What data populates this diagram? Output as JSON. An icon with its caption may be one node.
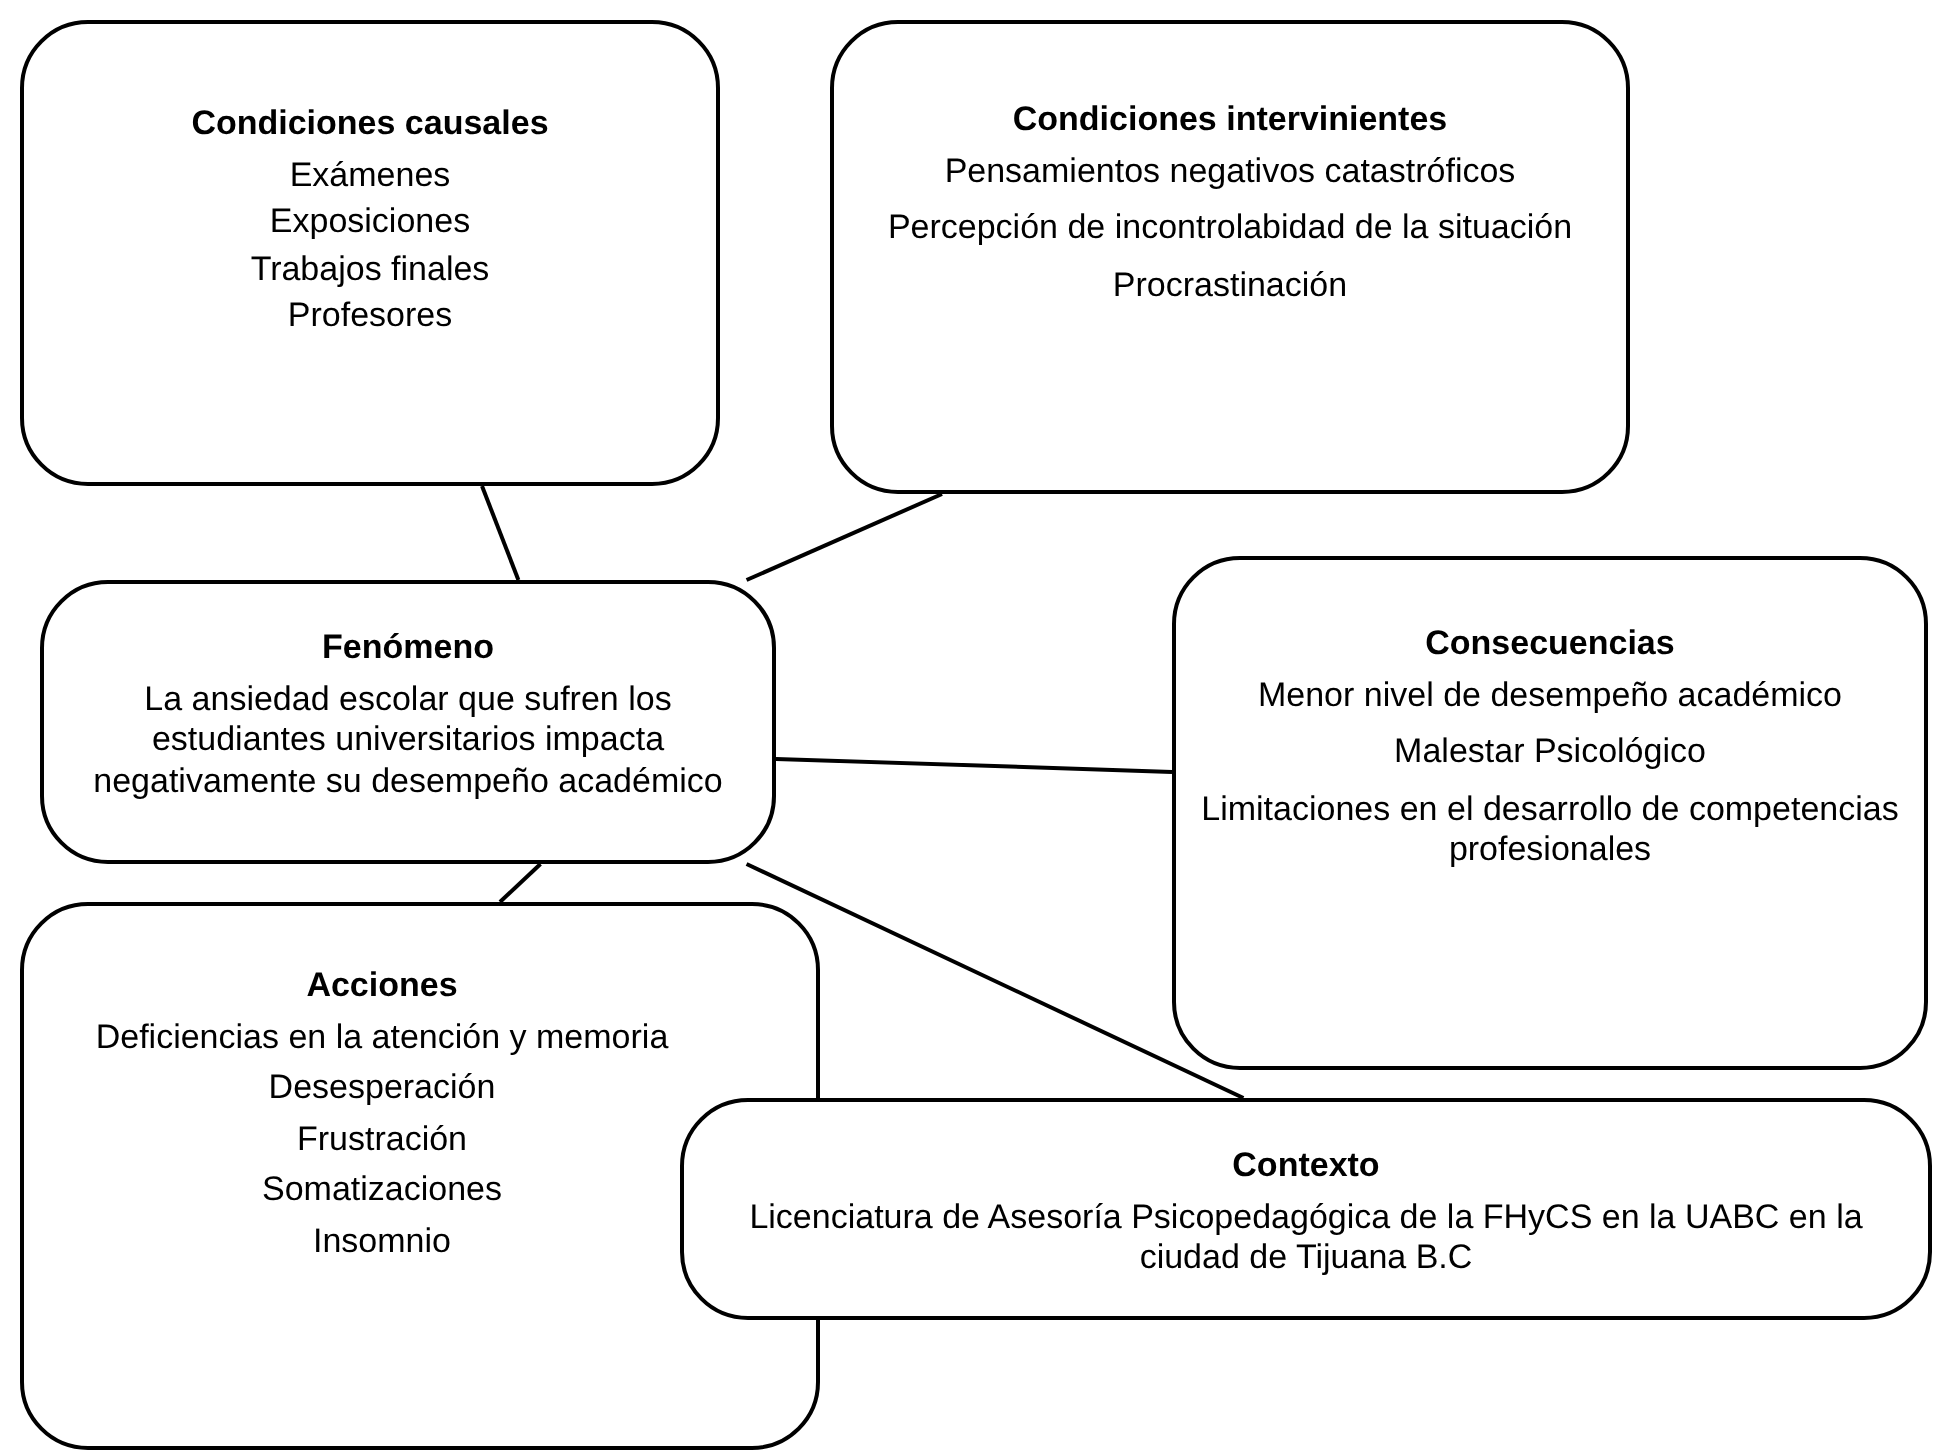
{
  "diagram": {
    "nodes": [
      {
        "text": [
          "Condiciones causales",
          "Exámenes",
          "Exposiciones",
          "Trabajos finales",
          "Profesores"
        ]
      },
      {
        "text": [
          "Condiciones intervinientes",
          "Pensamientos negativos catastróficos",
          "Percepción de incontrolabidad de la situación",
          "Procrastinación"
        ]
      },
      {
        "text": [
          "Fenómeno",
          "La ansiedad escolar que sufren los estudiantes universitarios impacta negativamente su desempeño académico"
        ]
      },
      {
        "text": [
          "Consecuencias",
          "Menor nivel de desempeño académico",
          "Malestar Psicológico",
          "Limitaciones en el desarrollo de competencias profesionales"
        ]
      },
      {
        "text": [
          "Acciones",
          "Deficiencias en la atención y memoria",
          "Desesperación",
          "Frustración",
          "Somatizaciones",
          "Insomnio"
        ]
      },
      {
        "text": [
          "Contexto",
          "Licenciatura de Asesoría Psicopedagógica de la FHyCS en la UABC en la ciudad de Tijuana B.C"
        ]
      }
    ],
    "edges": [
      {
        "from": 0,
        "to": 2,
        "arrow": "none"
      },
      {
        "from": 1,
        "to": 2,
        "arrow": "none"
      },
      {
        "from": 2,
        "to": 3,
        "arrow": "none"
      },
      {
        "from": 2,
        "to": 4,
        "arrow": "none"
      },
      {
        "from": 2,
        "to": 5,
        "arrow": "none"
      }
    ]
  }
}
